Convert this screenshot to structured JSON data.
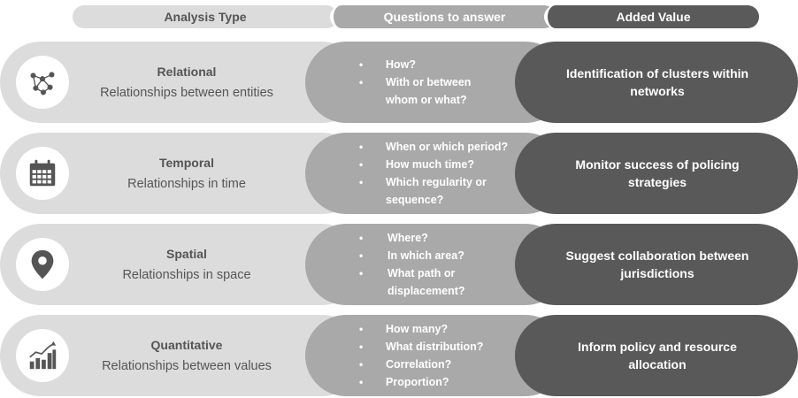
{
  "headers": {
    "analysis_type": "Analysis Type",
    "questions": "Questions to answer",
    "added_value": "Added Value"
  },
  "rows": [
    {
      "icon": "network-icon",
      "title": "Relational",
      "subtitle": "Relationships between entities",
      "questions": [
        "How?",
        "With or between",
        "whom or what?"
      ],
      "value": "Identification of clusters within networks"
    },
    {
      "icon": "calendar-icon",
      "title": "Temporal",
      "subtitle": "Relationships in time",
      "questions": [
        "When or which period?",
        "How much time?",
        "Which regularity or",
        "sequence?"
      ],
      "value": "Monitor success of policing strategies"
    },
    {
      "icon": "map-pin-icon",
      "title": "Spatial",
      "subtitle": "Relationships in space",
      "questions": [
        "Where?",
        "In which area?",
        "What path or",
        "displacement?"
      ],
      "value": "Suggest collaboration between jurisdictions"
    },
    {
      "icon": "bar-chart-icon",
      "title": "Quantitative",
      "subtitle": "Relationships between values",
      "questions": [
        "How many?",
        "What distribution?",
        "Correlation?",
        "Proportion?"
      ],
      "value": "Inform policy and resource allocation"
    }
  ],
  "colors": {
    "light_grey": "#dcdcdc",
    "mid_grey": "#a9a9a9",
    "dark_grey": "#595959",
    "icon_grey": "#555555"
  }
}
